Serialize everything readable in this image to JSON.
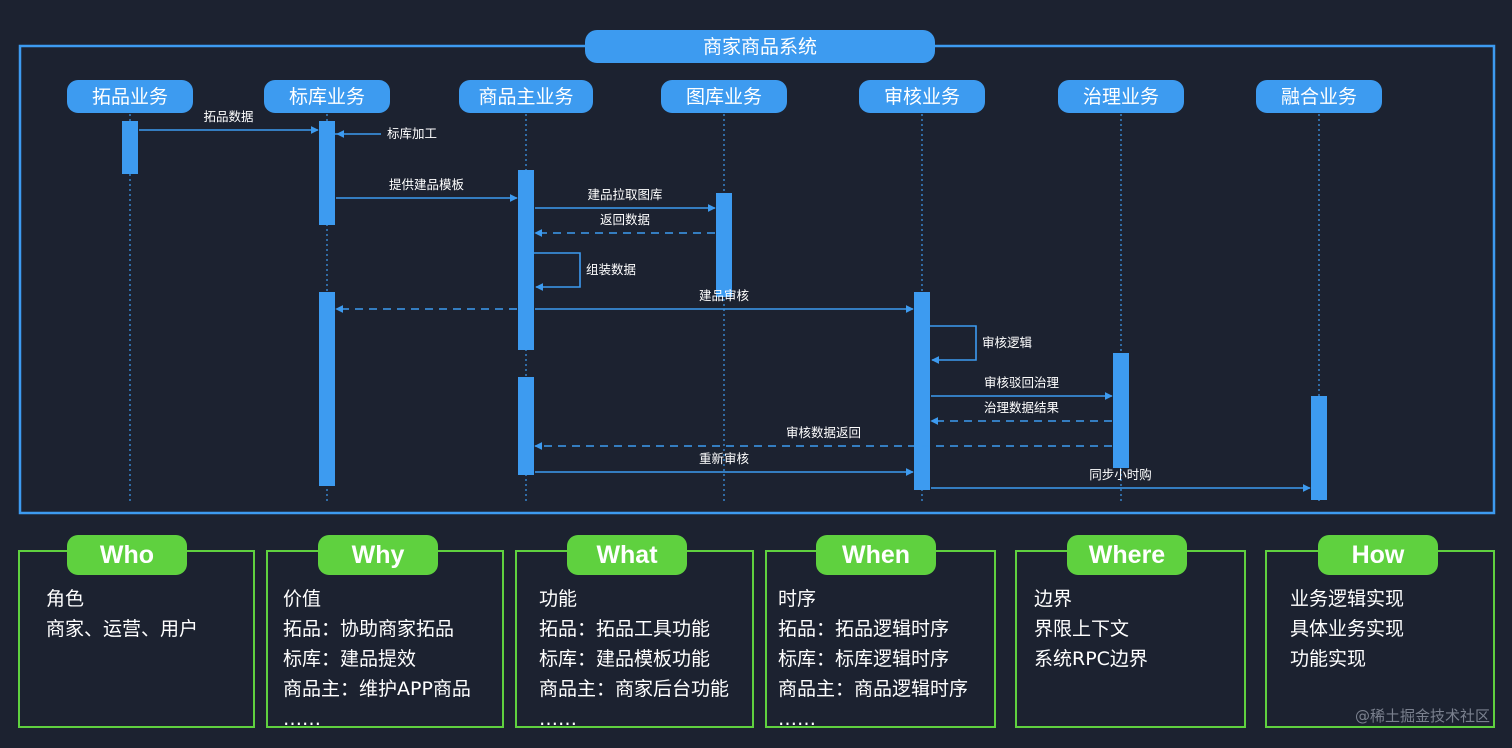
{
  "system_title": "商家商品系统",
  "actors": [
    {
      "id": "tuopin",
      "label": "拓品业务"
    },
    {
      "id": "biaoku",
      "label": "标库业务"
    },
    {
      "id": "shangpin",
      "label": "商品主业务"
    },
    {
      "id": "tuku",
      "label": "图库业务"
    },
    {
      "id": "shenhe",
      "label": "审核业务"
    },
    {
      "id": "zhili",
      "label": "治理业务"
    },
    {
      "id": "ronghe",
      "label": "融合业务"
    }
  ],
  "messages": [
    {
      "from": "tuopin",
      "to": "biaoku",
      "label": "拓品数据",
      "style": "solid"
    },
    {
      "from": "biaoku",
      "to": "biaoku",
      "label": "标库加工",
      "style": "self"
    },
    {
      "from": "biaoku",
      "to": "shangpin",
      "label": "提供建品模板",
      "style": "solid"
    },
    {
      "from": "shangpin",
      "to": "tuku",
      "label": "建品拉取图库",
      "style": "solid"
    },
    {
      "from": "tuku",
      "to": "shangpin",
      "label": "返回数据",
      "style": "dashed"
    },
    {
      "from": "shangpin",
      "to": "shangpin",
      "label": "组装数据",
      "style": "self"
    },
    {
      "from": "shangpin",
      "to": "biaoku",
      "label": "",
      "style": "dashed"
    },
    {
      "from": "shangpin",
      "to": "shenhe",
      "label": "建品审核",
      "style": "solid"
    },
    {
      "from": "shenhe",
      "to": "shenhe",
      "label": "审核逻辑",
      "style": "self"
    },
    {
      "from": "shenhe",
      "to": "zhili",
      "label": "审核驳回治理",
      "style": "solid"
    },
    {
      "from": "zhili",
      "to": "shenhe",
      "label": "治理数据结果",
      "style": "dashed"
    },
    {
      "from": "zhili",
      "to": "shangpin",
      "label": "审核数据返回",
      "style": "dashed"
    },
    {
      "from": "shangpin",
      "to": "shenhe",
      "label": "重新审核",
      "style": "solid"
    },
    {
      "from": "shenhe",
      "to": "ronghe",
      "label": "同步小时购",
      "style": "solid"
    }
  ],
  "cards": [
    {
      "tag": "Who",
      "lines": [
        "角色",
        "商家、运营、用户"
      ]
    },
    {
      "tag": "Why",
      "lines": [
        "价值",
        "拓品：协助商家拓品",
        "标库：建品提效",
        "商品主：维护APP商品",
        "……"
      ]
    },
    {
      "tag": "What",
      "lines": [
        "功能",
        "拓品：拓品工具功能",
        "标库：建品模板功能",
        "商品主：商家后台功能",
        "……"
      ]
    },
    {
      "tag": "When",
      "lines": [
        "时序",
        "拓品：拓品逻辑时序",
        "标库：标库逻辑时序",
        "商品主：商品逻辑时序",
        "……"
      ]
    },
    {
      "tag": "Where",
      "lines": [
        "边界",
        "界限上下文",
        "系统RPC边界"
      ]
    },
    {
      "tag": "How",
      "lines": [
        "业务逻辑实现",
        "具体业务实现",
        "功能实现"
      ]
    }
  ],
  "watermark": "@稀土掘金技术社区",
  "colors": {
    "background": "#1c2230",
    "frame": "#3d9bf0",
    "actor_pill": "#3d9bf0",
    "activation": "#3d9bf0",
    "card_border": "#5fd13f",
    "card_tag": "#5fd13f"
  }
}
